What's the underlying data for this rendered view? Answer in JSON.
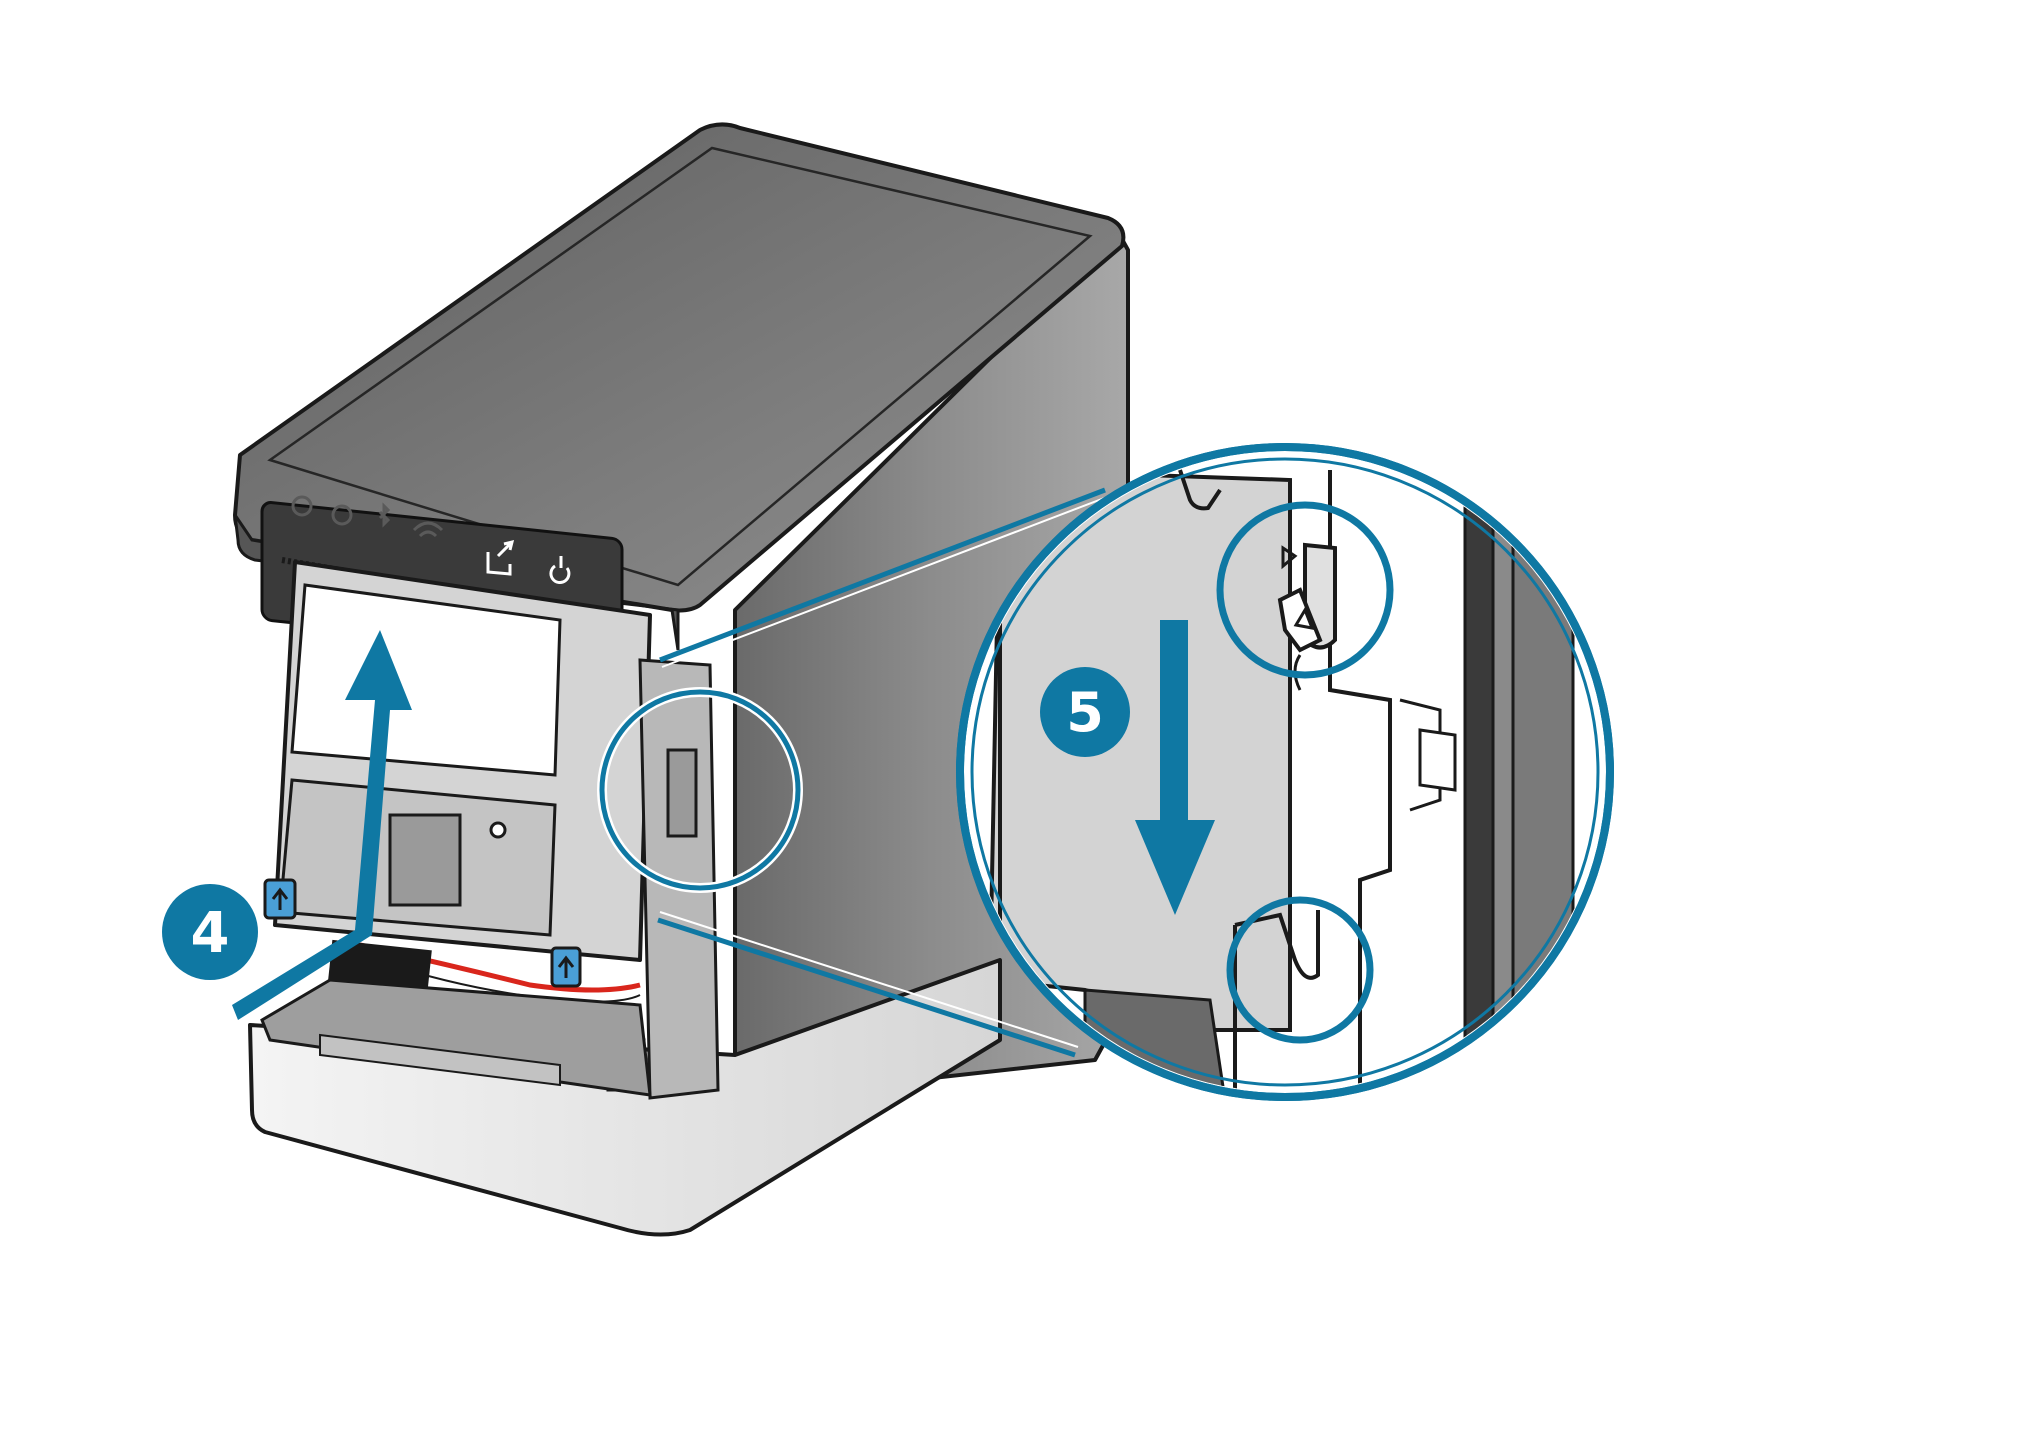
{
  "steps": [
    {
      "number": "4",
      "direction": "up"
    },
    {
      "number": "5",
      "direction": "down"
    }
  ],
  "colors": {
    "accent": "#0f78a3",
    "printer_top": "#737373",
    "printer_front": "#5c5c5c",
    "panel": "#3a3a3a",
    "base": "#ececec",
    "unit": "#c9c9c9",
    "cable_red": "#d9261c",
    "tab_blue": "#4a9fd6"
  },
  "icons": [
    "power-icon",
    "info-icon",
    "bluetooth-icon",
    "wifi-icon",
    "paper-icon",
    "power-button-icon"
  ]
}
